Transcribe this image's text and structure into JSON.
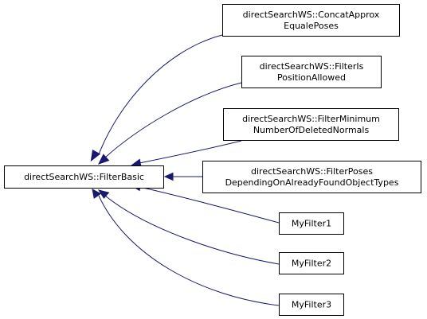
{
  "diagram": {
    "base_class": {
      "lines": [
        "directSearchWS::FilterBasic"
      ]
    },
    "derived_classes": [
      {
        "lines": [
          "directSearchWS::ConcatApprox",
          "EqualePoses"
        ]
      },
      {
        "lines": [
          "directSearchWS::FilterIs",
          "PositionAllowed"
        ]
      },
      {
        "lines": [
          "directSearchWS::FilterMinimum",
          "NumberOfDeletedNormals"
        ]
      },
      {
        "lines": [
          "directSearchWS::FilterPoses",
          "DependingOnAlreadyFoundObjectTypes"
        ]
      },
      {
        "lines": [
          "MyFilter1"
        ]
      },
      {
        "lines": [
          "MyFilter2"
        ]
      },
      {
        "lines": [
          "MyFilter3"
        ]
      }
    ],
    "colors": {
      "edge": "#191970",
      "node_border": "#000000",
      "node_fill": "#ffffff",
      "text": "#000000"
    }
  }
}
